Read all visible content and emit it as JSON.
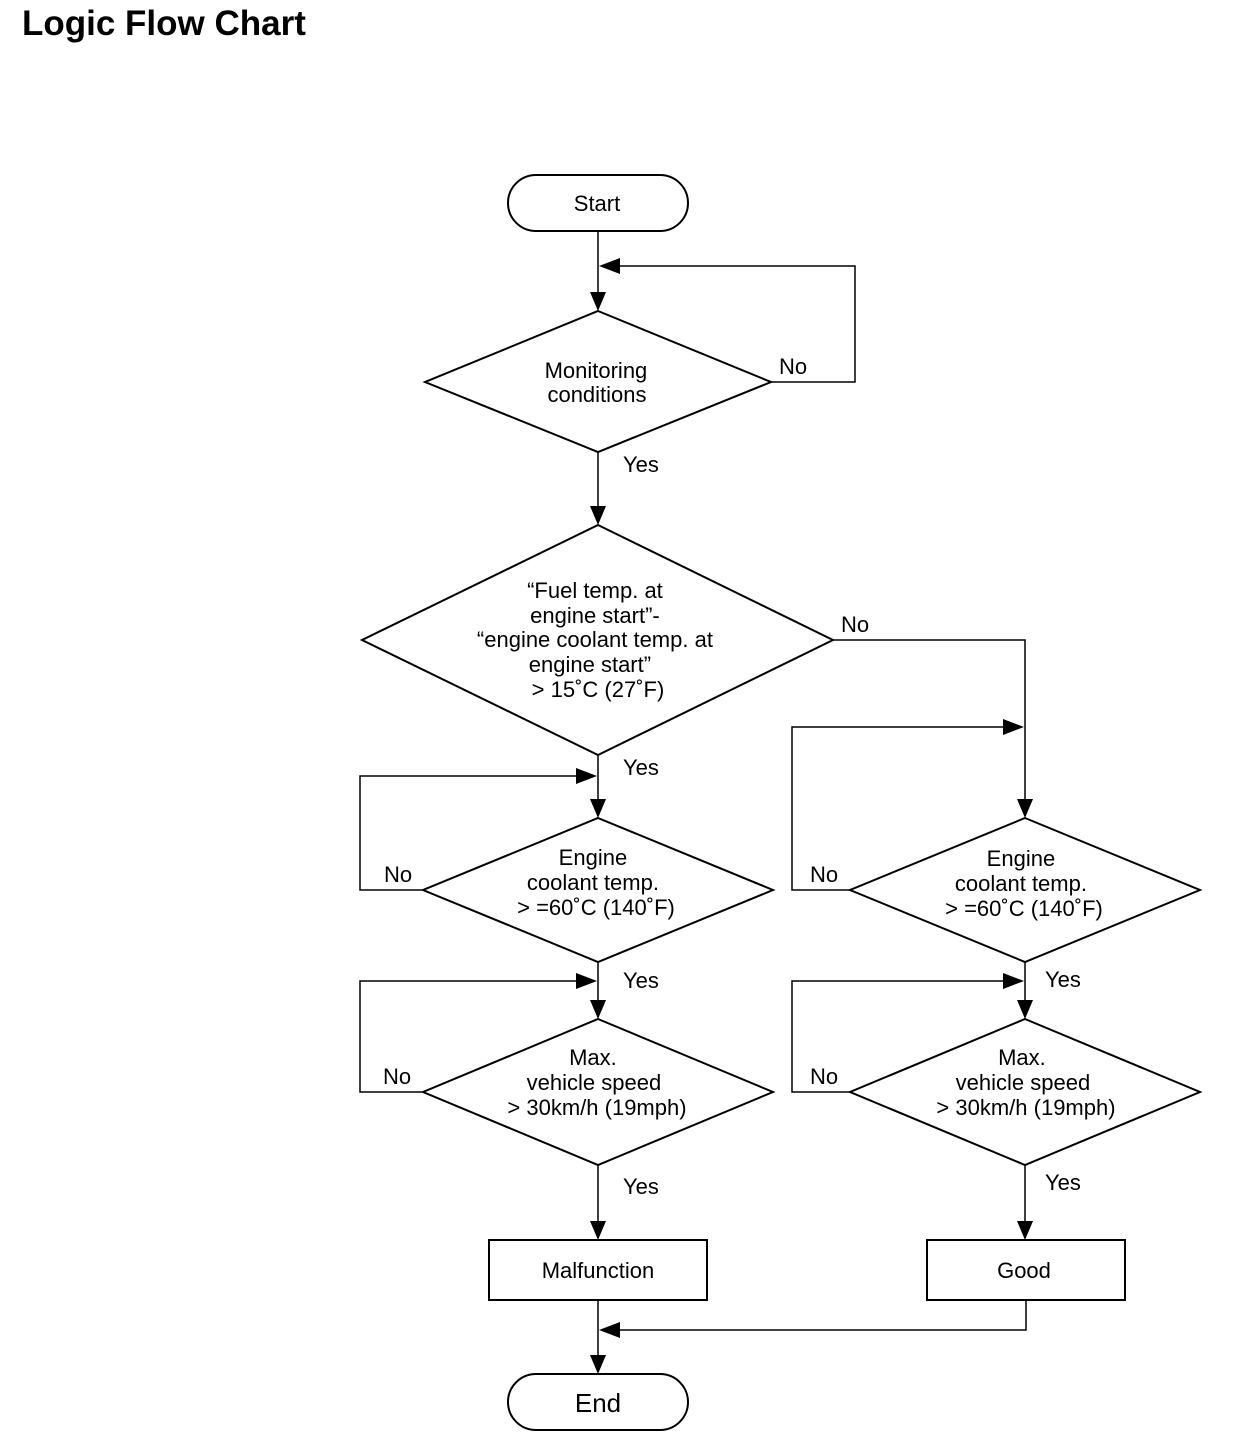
{
  "title": "Logic Flow Chart",
  "nodes": {
    "start": "Start",
    "monitoring": [
      "Monitoring",
      "conditions"
    ],
    "fuel_diff": [
      "“Fuel temp. at",
      "engine start”-",
      "“engine coolant temp. at",
      "engine start”",
      "> 15˚C (27˚F)"
    ],
    "coolant_left": [
      "Engine",
      "coolant temp.",
      "> =60˚C (140˚F)"
    ],
    "speed_left": [
      "Max.",
      "vehicle speed",
      "> 30km/h (19mph)"
    ],
    "coolant_right": [
      "Engine",
      "coolant temp.",
      "> =60˚C (140˚F)"
    ],
    "speed_right": [
      "Max.",
      "vehicle speed",
      "> 30km/h (19mph)"
    ],
    "malfunction": "Malfunction",
    "good": "Good",
    "end": "End"
  },
  "edge_labels": {
    "yes": "Yes",
    "no": "No"
  }
}
